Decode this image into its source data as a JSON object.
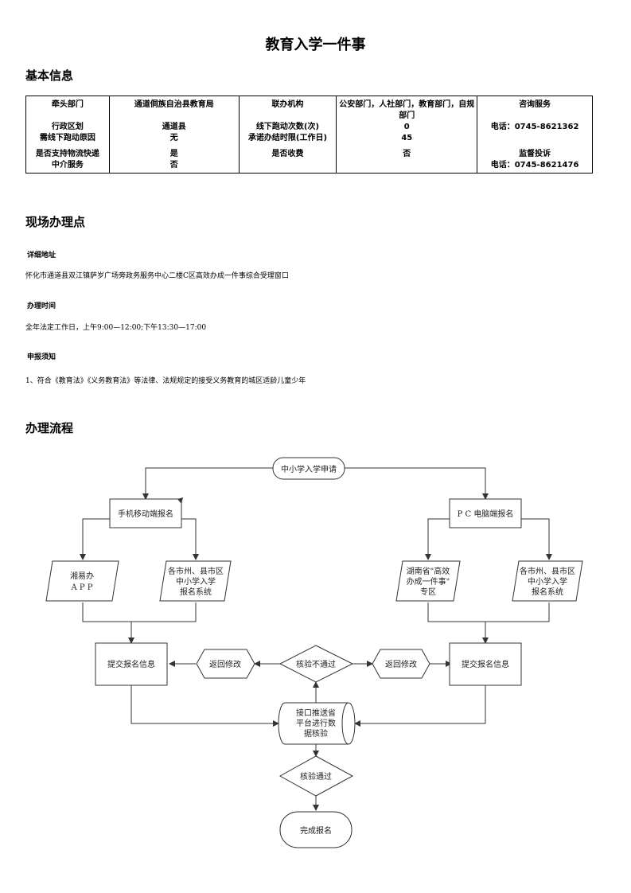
{
  "title": "教育入学一件事",
  "sections": {
    "basic": "基本信息",
    "site": "现场办理点",
    "flow": "办理流程"
  },
  "table": {
    "rows": [
      [
        "牵头部门",
        "通道侗族自治县教育局",
        "联办机构",
        "公安部门，人社部门，教育部门，自规部门",
        "咨询服务"
      ],
      [
        "行政区划",
        "通道县",
        "线下跑动次数(次)",
        "0",
        "电话：0745-8621362"
      ],
      [
        "需线下跑动原因",
        "无",
        "承诺办结时限(工作日)",
        "45",
        ""
      ],
      [
        "是否支持物流快递",
        "是",
        "是否收费",
        "否",
        "监督投诉"
      ],
      [
        "中介服务",
        "否",
        "",
        "",
        "电话：0745-8621476"
      ]
    ]
  },
  "site": {
    "address_label": "详细地址",
    "address": "怀化市通道县双江镇萨岁广场旁政务服务中心二楼C区高效办成一件事综合受理窗口",
    "hours_label": "办理时间",
    "hours": "全年法定工作日，上午9:00—12:00;下午13:30—17:00",
    "notice_label": "申报须知",
    "notice": "1、符合《教育法》《义务教育法》等法律、法规规定的接受义务教育的城区适龄儿童少年"
  },
  "flow": {
    "start": "中小学入学申请",
    "mobile": "手机移动端报名",
    "pc": "P C 电脑端报名",
    "xiangyiban": [
      "湘易办",
      "A P P"
    ],
    "city_system_left": [
      "各市州、县市区",
      "中小学入学",
      "报名系统"
    ],
    "hunan_zone": [
      "湖南省\"高效",
      "办成一件事\"",
      "专区"
    ],
    "city_system_right": [
      "各市州、县市区",
      "中小学入学",
      "报名系统"
    ],
    "submit_left": "提交报名信息",
    "submit_right": "提交报名信息",
    "return_left": "返回修改",
    "return_right": "返回修改",
    "verify_fail": "核验不通过",
    "interface": [
      "接口推送省",
      "平台进行数",
      "据核验"
    ],
    "verify_pass": "核验通过",
    "done": "完成报名"
  }
}
